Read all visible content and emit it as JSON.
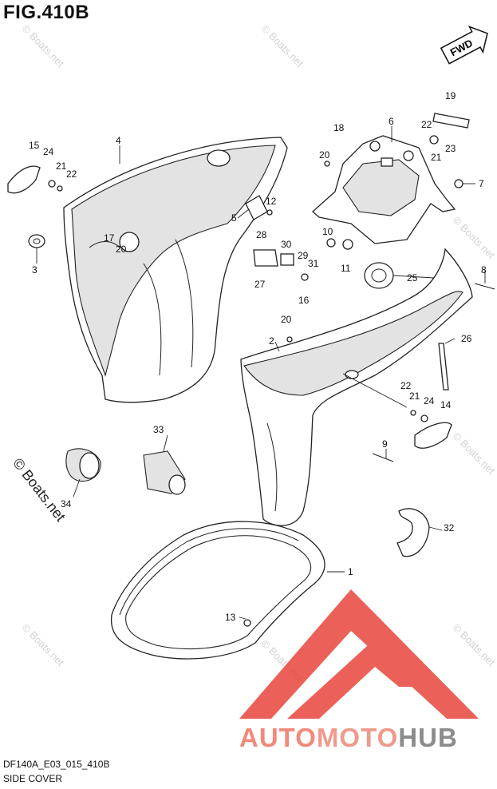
{
  "figure": {
    "title": "FIG.410B",
    "code": "DF140A_E03_015_410B",
    "caption": "SIDE COVER",
    "fwd_label": "FWD"
  },
  "watermark": {
    "text": "© Boats.net",
    "brand_parts": [
      "AUTO",
      "MOTO",
      "HUB"
    ],
    "brand_colors": {
      "auto": "#f08a7a",
      "moto": "#ef9a8c",
      "hub": "#8c8c8c",
      "logo": "#e8453c"
    }
  },
  "callouts": [
    {
      "id": "c1",
      "label": "1"
    },
    {
      "id": "c2",
      "label": "2"
    },
    {
      "id": "c3",
      "label": "3"
    },
    {
      "id": "c4",
      "label": "4"
    },
    {
      "id": "c5",
      "label": "5"
    },
    {
      "id": "c6",
      "label": "6"
    },
    {
      "id": "c7",
      "label": "7"
    },
    {
      "id": "c8",
      "label": "8"
    },
    {
      "id": "c9",
      "label": "9"
    },
    {
      "id": "c10",
      "label": "10"
    },
    {
      "id": "c11",
      "label": "11"
    },
    {
      "id": "c12",
      "label": "12"
    },
    {
      "id": "c13",
      "label": "13"
    },
    {
      "id": "c14",
      "label": "14"
    },
    {
      "id": "c15",
      "label": "15"
    },
    {
      "id": "c16",
      "label": "16"
    },
    {
      "id": "c17",
      "label": "17"
    },
    {
      "id": "c18",
      "label": "18"
    },
    {
      "id": "c19",
      "label": "19"
    },
    {
      "id": "c20a",
      "label": "20"
    },
    {
      "id": "c20b",
      "label": "20"
    },
    {
      "id": "c20c",
      "label": "20"
    },
    {
      "id": "c21a",
      "label": "21"
    },
    {
      "id": "c21b",
      "label": "21"
    },
    {
      "id": "c21c",
      "label": "21"
    },
    {
      "id": "c22a",
      "label": "22"
    },
    {
      "id": "c22b",
      "label": "22"
    },
    {
      "id": "c22c",
      "label": "22"
    },
    {
      "id": "c23",
      "label": "23"
    },
    {
      "id": "c24a",
      "label": "24"
    },
    {
      "id": "c24b",
      "label": "24"
    },
    {
      "id": "c25",
      "label": "25"
    },
    {
      "id": "c26",
      "label": "26"
    },
    {
      "id": "c27",
      "label": "27"
    },
    {
      "id": "c28",
      "label": "28"
    },
    {
      "id": "c29",
      "label": "29"
    },
    {
      "id": "c30",
      "label": "30"
    },
    {
      "id": "c31",
      "label": "31"
    },
    {
      "id": "c32",
      "label": "32"
    },
    {
      "id": "c33",
      "label": "33"
    },
    {
      "id": "c34",
      "label": "34"
    }
  ]
}
